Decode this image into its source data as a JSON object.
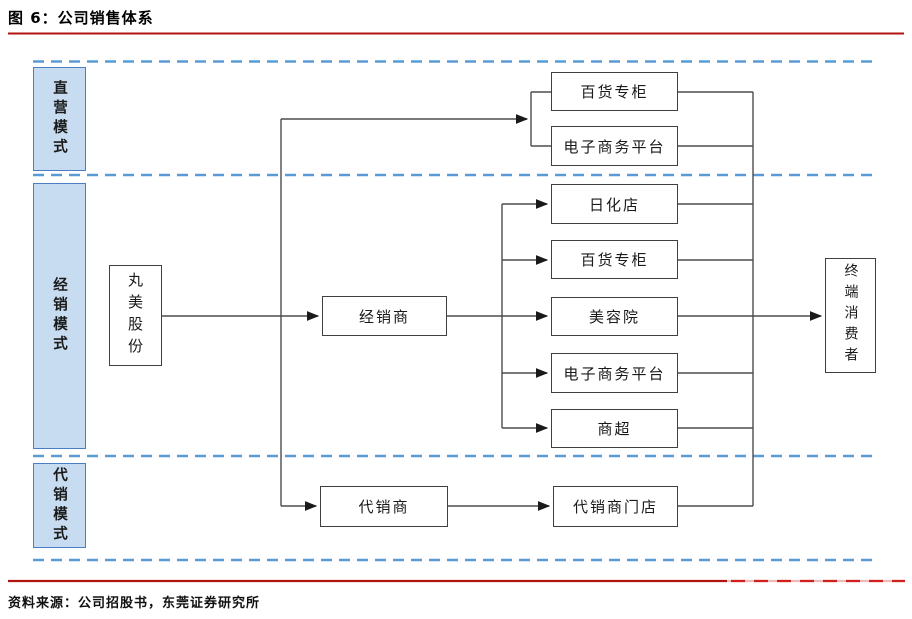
{
  "header": {
    "title": "图 6：公司销售体系"
  },
  "footer": {
    "source": "资料来源：公司招股书，东莞证券研究所"
  },
  "diagram": {
    "modes": [
      {
        "label": "直营模式"
      },
      {
        "label": "经销模式"
      },
      {
        "label": "代销模式"
      }
    ],
    "nodes": {
      "company": "丸美股份",
      "distributor": "经销商",
      "consignment_agent": "代销商",
      "consignment_store": "代销商门店",
      "end_consumer": "终端消费者",
      "direct_channels": [
        "百货专柜",
        "电子商务平台"
      ],
      "distribution_channels": [
        "日化店",
        "百货专柜",
        "美容院",
        "电子商务平台",
        "商超"
      ]
    },
    "colors": {
      "mode_box_fill": "#c7dcf0",
      "mode_box_border": "#4a7fc1",
      "section_dashed_line": "#5b9bd5",
      "node_border": "#3f3f3f",
      "connector": "#4d4d4d",
      "arrowhead": "#1a1a1a",
      "accent_red": "#b01411",
      "accent_red_light": "#f0b9b9"
    }
  }
}
